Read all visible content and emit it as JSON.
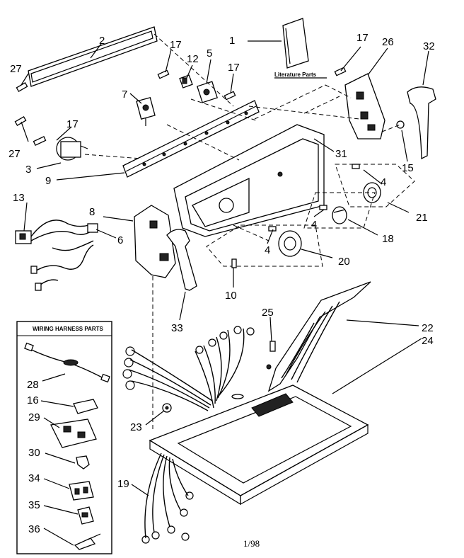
{
  "labels": {
    "p1": "1",
    "p2": "2",
    "p3": "3",
    "p4a": "4",
    "p4b": "4",
    "p4c": "4",
    "p5": "5",
    "p6": "6",
    "p7": "7",
    "p8": "8",
    "p9": "9",
    "p10": "10",
    "p12": "12",
    "p13": "13",
    "p15": "15",
    "p16": "16",
    "p17a": "17",
    "p17b": "17",
    "p17c": "17",
    "p17d": "17",
    "p18": "18",
    "p19": "19",
    "p20": "20",
    "p21": "21",
    "p22": "22",
    "p23": "23",
    "p24": "24",
    "p25": "25",
    "p26": "26",
    "p27a": "27",
    "p27b": "27",
    "p28": "28",
    "p29": "29",
    "p30": "30",
    "p31": "31",
    "p32": "32",
    "p33": "33",
    "p34": "34",
    "p35": "35",
    "p36": "36"
  },
  "literature_parts": "Literature Parts",
  "wiring_harness_title": "WIRING HARNESS PARTS",
  "footer_code": "1/98"
}
